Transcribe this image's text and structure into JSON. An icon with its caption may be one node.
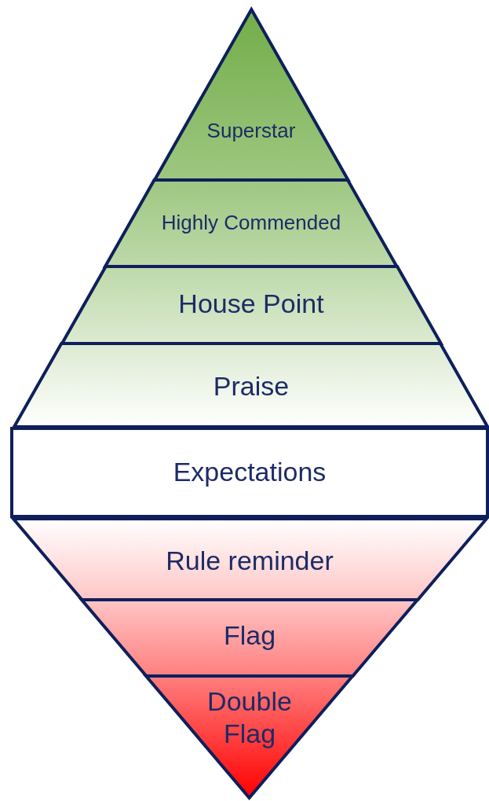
{
  "diagram": {
    "nodes": [
      {
        "text": [
          "Superstar"
        ]
      },
      {
        "text": [
          "Highly Commended"
        ]
      },
      {
        "text": [
          "House Point"
        ]
      },
      {
        "text": [
          "Praise"
        ]
      },
      {
        "text": [
          "Expectations"
        ]
      },
      {
        "text": [
          "Rule reminder"
        ]
      },
      {
        "text": [
          "Flag"
        ]
      },
      {
        "text": [
          "Double Flag"
        ]
      }
    ]
  }
}
